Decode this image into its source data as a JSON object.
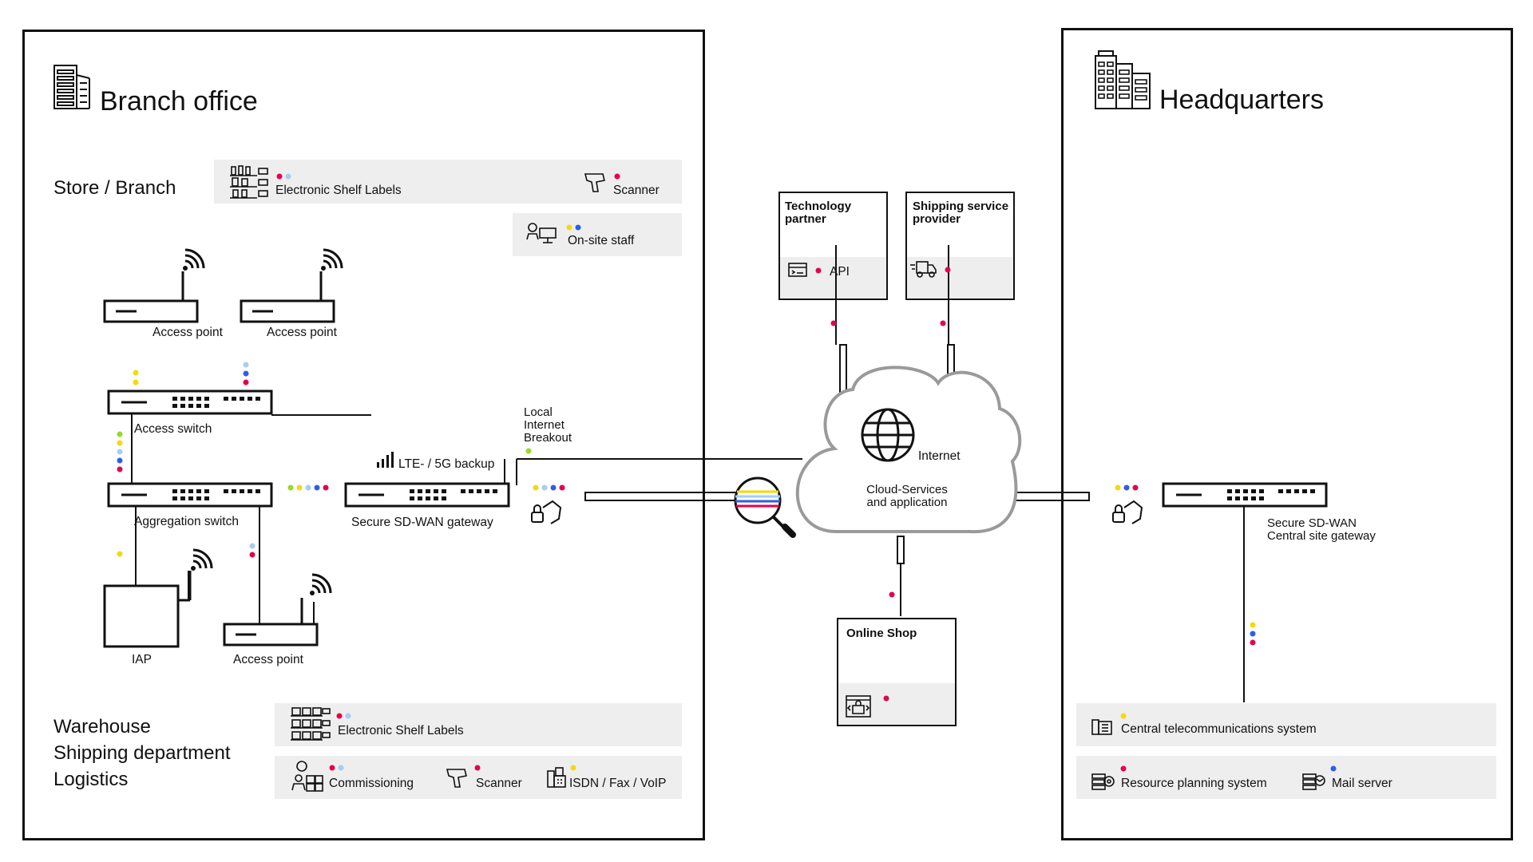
{
  "colors": {
    "yellow": "#f5d90a",
    "light_blue": "#a6cdf2",
    "blue": "#2f5ee6",
    "red": "#e6004c",
    "green": "#9ad82a",
    "panel": "#eeeeee",
    "line": "#111111"
  },
  "branch": {
    "title": "Branch office",
    "icon": "office-building-icon",
    "store_section": "Store / Branch",
    "store_items": {
      "shelf_labels": "Electronic Shelf Labels",
      "scanner": "Scanner",
      "onsite_staff": "On-site staff"
    },
    "devices": {
      "ap1": "Access point",
      "ap2": "Access point",
      "access_switch": "Access switch",
      "aggregation_switch": "Aggregation switch",
      "sdwan_gateway": "Secure SD-WAN gateway",
      "lte_backup": "LTE- / 5G backup",
      "local_breakout_1": "Local",
      "local_breakout_2": "Internet",
      "local_breakout_3": "Breakout",
      "iap": "IAP",
      "ap3": "Access point"
    },
    "warehouse_section": {
      "line1": "Warehouse",
      "line2": "Shipping department",
      "line3": "Logistics"
    },
    "warehouse_items": {
      "shelf_labels": "Electronic Shelf Labels",
      "commissioning": "Commissioning",
      "scanner": "Scanner",
      "isdn": "ISDN / Fax / VoIP"
    }
  },
  "cloud": {
    "internet": "Internet",
    "services_1": "Cloud-Services",
    "services_2": "and application",
    "tech_partner_1": "Technology",
    "tech_partner_2": "partner",
    "api": "API",
    "shipping_1": "Shipping service",
    "shipping_2": "provider",
    "online_shop": "Online Shop"
  },
  "hq": {
    "title": "Headquarters",
    "icon": "headquarters-building-icon",
    "gateway_1": "Secure SD-WAN",
    "gateway_2": "Central site gateway",
    "telecom": "Central telecommunications system",
    "erp": "Resource planning system",
    "mail": "Mail server"
  }
}
